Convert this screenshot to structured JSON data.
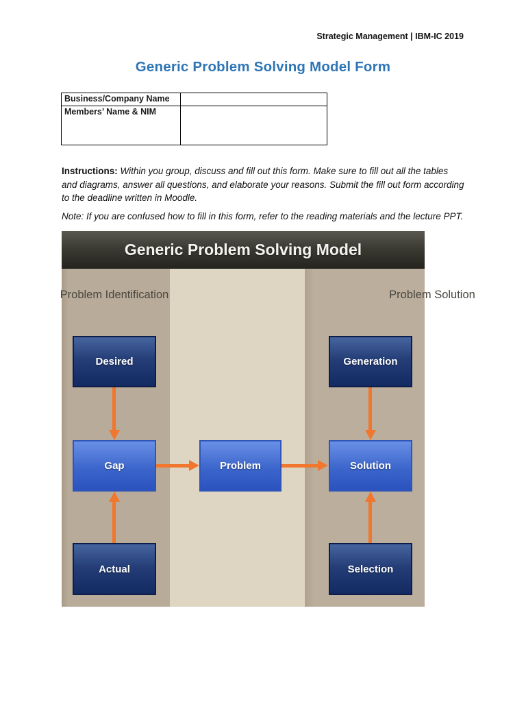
{
  "page": {
    "header": "Strategic Management | IBM-IC 2019",
    "title": "Generic Problem Solving Model Form"
  },
  "info_table": {
    "rows": [
      {
        "label": "Business/Company Name",
        "value": ""
      },
      {
        "label": "Members’ Name & NIM",
        "value": ""
      }
    ]
  },
  "instructions": {
    "label": "Instructions:",
    "body": " Within you group, discuss and fill out this form. Make sure to fill out all the tables and diagrams, answer all questions, and elaborate your reasons. Submit the fill out form according to the deadline written in Moodle.",
    "note": "Note: If you are confused how to fill in this form, refer to the reading materials and the lecture PPT."
  },
  "diagram": {
    "title": "Generic Problem Solving Model",
    "left_column_label": "Problem Identification",
    "right_column_label": "Problem Solution",
    "boxes": {
      "desired": "Desired",
      "gap": "Gap",
      "actual": "Actual",
      "problem": "Problem",
      "generation": "Generation",
      "solution": "Solution",
      "selection": "Selection"
    },
    "colors": {
      "accent_orange": "#F0772D",
      "navy_box": "#1B3468",
      "blue_box": "#3B6AD0",
      "tan_column": "#B9AB99",
      "cream_column": "#DED6C3",
      "header_bar": "#33322B",
      "title_blue": "#2E75B6"
    }
  }
}
